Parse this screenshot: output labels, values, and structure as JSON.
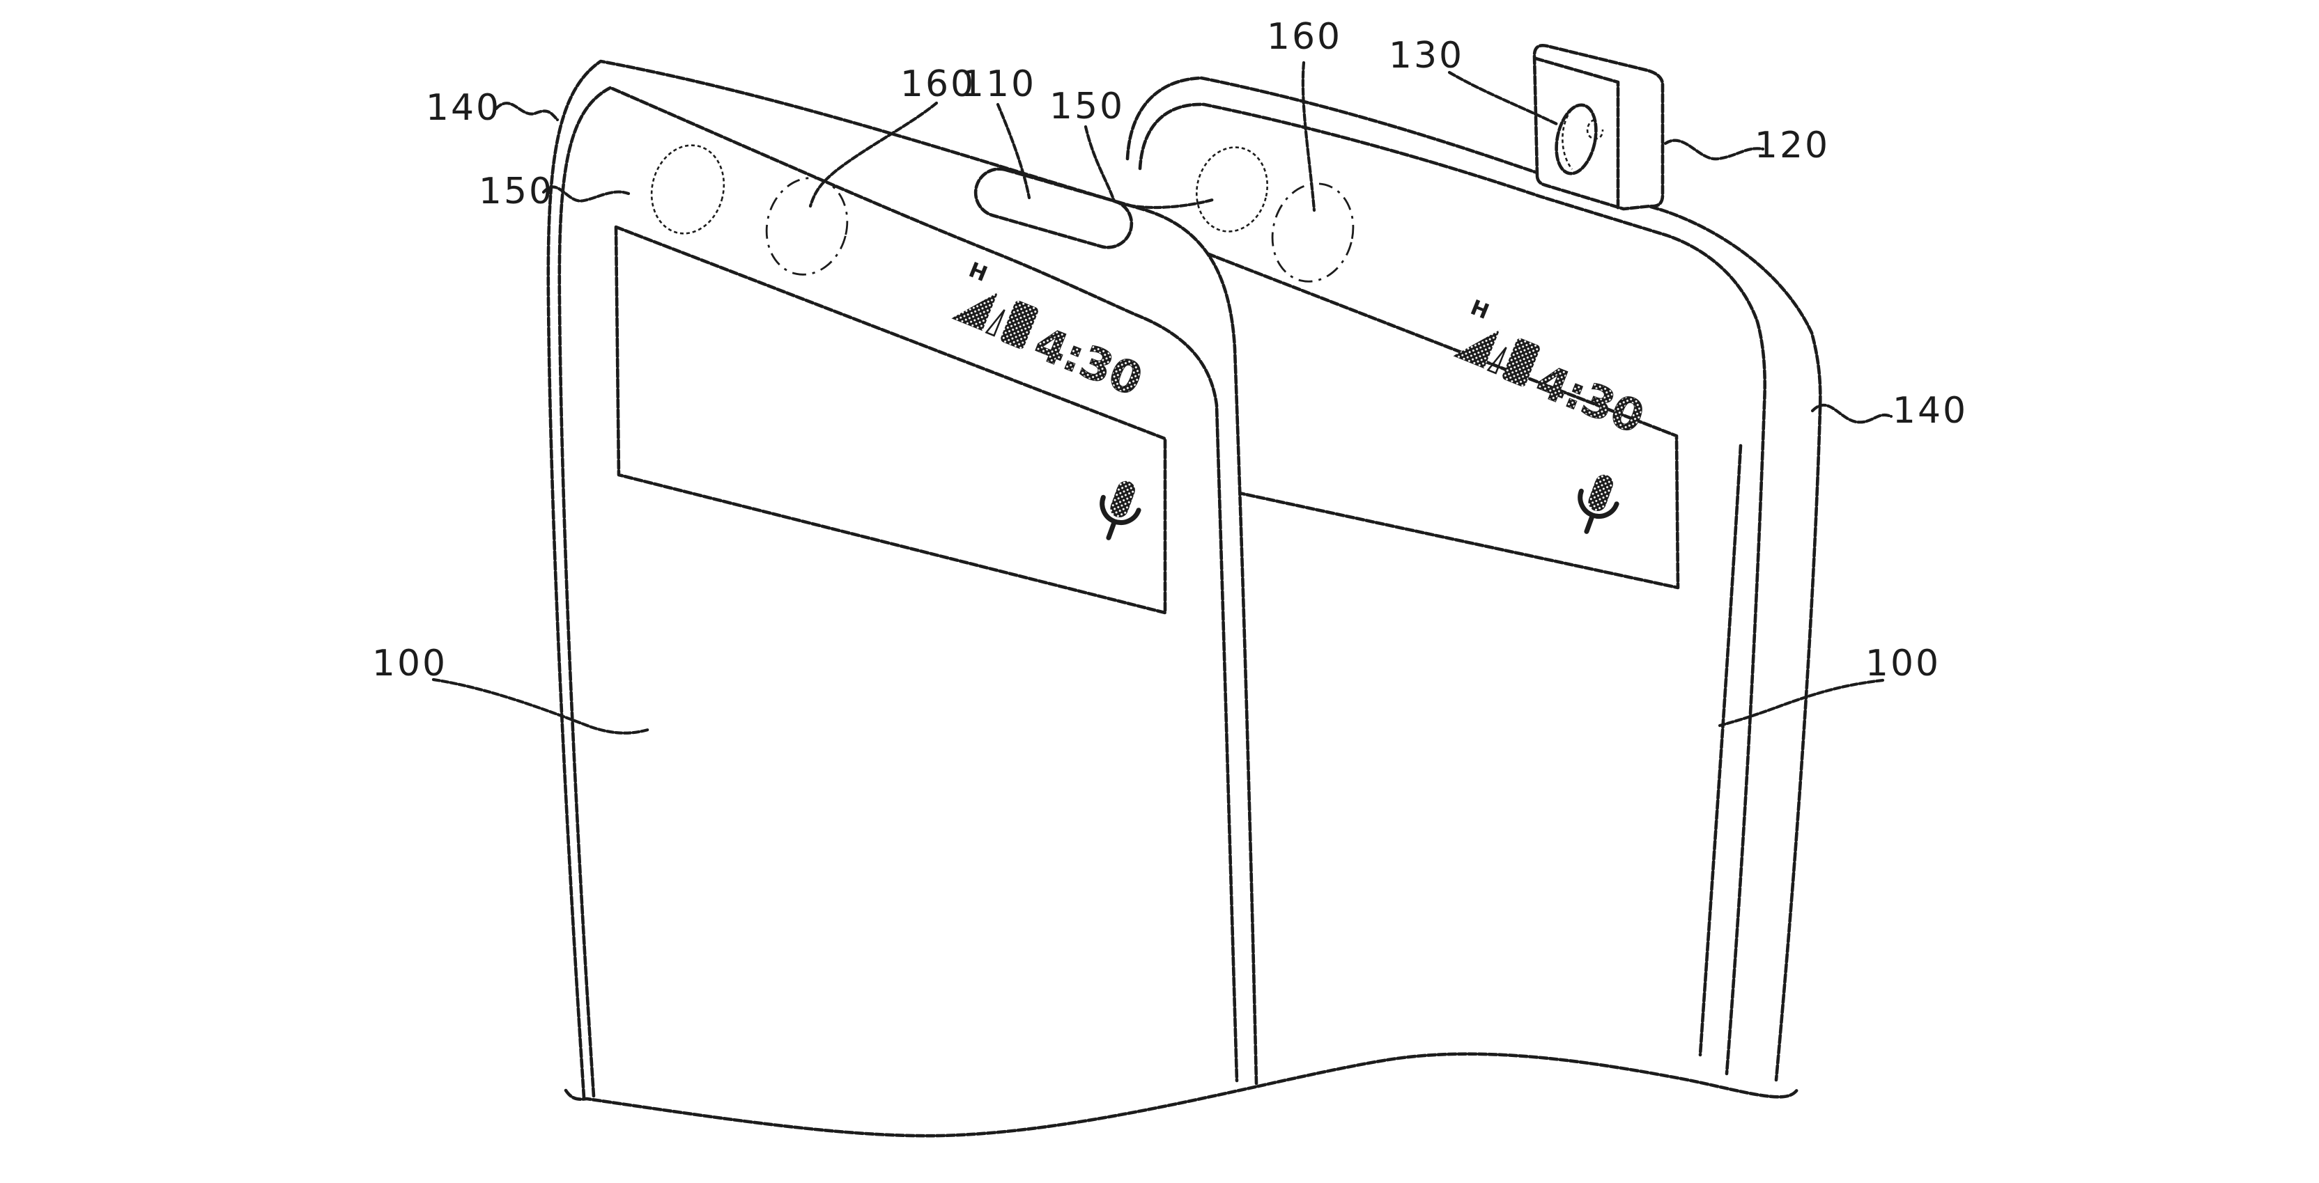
{
  "figure": {
    "kind": "patent-style line drawing",
    "subject": "two smartphones, one with retractable pop-up front camera",
    "background_color": "#ffffff",
    "ink_color": "#1c1c1c"
  },
  "labels": [
    {
      "text": "140"
    },
    {
      "text": "150"
    },
    {
      "text": "160"
    },
    {
      "text": "110"
    },
    {
      "text": "150"
    },
    {
      "text": "160"
    },
    {
      "text": "130"
    },
    {
      "text": "120"
    },
    {
      "text": "140"
    },
    {
      "text": "100"
    },
    {
      "text": "100"
    }
  ],
  "status_bar": {
    "signal": "H",
    "time": "4:30"
  },
  "icons": [
    "signal-triangle-icon",
    "battery-icon",
    "microphone-icon",
    "earpiece-speaker",
    "front-camera-solid-ellipse",
    "front-camera-dashed-ellipse",
    "popup-camera-lens"
  ]
}
